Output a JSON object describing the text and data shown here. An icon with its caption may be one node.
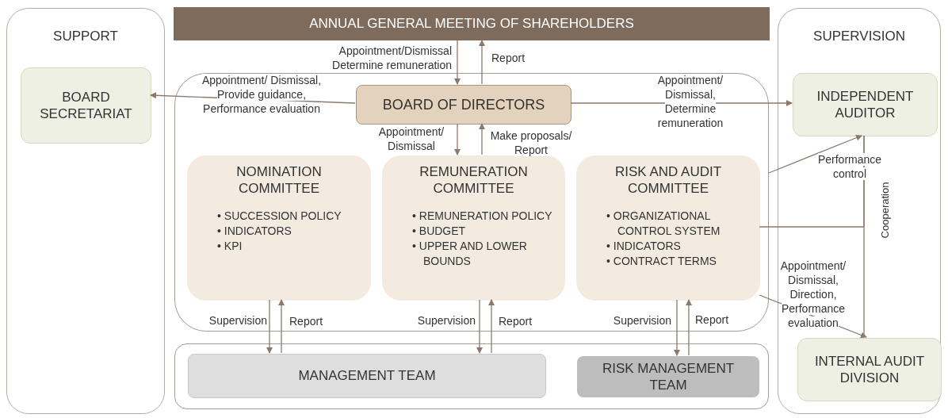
{
  "diagram": {
    "nodes": [
      {
        "text": [
          "SUPPORT"
        ]
      },
      {
        "text": [
          "BOARD SECRETARIAT"
        ],
        "in": 0
      },
      {
        "text": [
          "ANNUAL GENERAL MEETING OF SHAREHOLDERS"
        ]
      },
      {
        "text": [],
        "shape": "box"
      },
      {
        "text": [
          "BOARD OF DIRECTORS"
        ],
        "in": 3
      },
      {
        "text": [
          "NOMINATION COMMITTEE",
          "• SUCCESSION POLICY",
          "• INDICATORS",
          "• KPI"
        ],
        "in": 3
      },
      {
        "text": [
          "REMUNERATION COMMITTEE",
          "• REMUNERATION POLICY",
          "• BUDGET",
          "• UPPER AND LOWER BOUNDS"
        ],
        "in": 3
      },
      {
        "text": [
          "RISK AND AUDIT COMMITTEE",
          "• ORGANIZATIONAL CONTROL SYSTEM",
          "• INDICATORS",
          "• CONTRACT TERMS"
        ],
        "in": 3
      },
      {
        "text": [],
        "shape": "box"
      },
      {
        "text": [
          "MANAGEMENT TEAM"
        ],
        "in": 8
      },
      {
        "text": [
          "RISK MANAGEMENT TEAM"
        ],
        "in": 8
      },
      {
        "text": [
          "SUPERVISION"
        ]
      },
      {
        "text": [
          "INDEPENDENT AUDITOR"
        ],
        "in": 11
      },
      {
        "text": [
          "INTERNAL AUDIT DIVISION"
        ],
        "in": 11
      }
    ],
    "edges": [
      {
        "from": 2,
        "to": 4,
        "arrow": "to",
        "label": "Appointment/Dismissal Determine remuneration"
      },
      {
        "from": 4,
        "to": 2,
        "arrow": "to",
        "label": "Report"
      },
      {
        "from": 4,
        "to": 1,
        "arrow": "to",
        "label": "Appointment/ Dismissal, Provide guidance, Performance evaluation"
      },
      {
        "from": 4,
        "to": 12,
        "arrow": "to",
        "label": "Appointment/ Dismissal, Determine remuneration"
      },
      {
        "from": 4,
        "to": 6,
        "arrow": "to",
        "label": "Appointment/ Dismissal"
      },
      {
        "from": 6,
        "to": 4,
        "arrow": "to",
        "label": "Make proposals/ Report"
      },
      {
        "from": 5,
        "to": 9,
        "arrow": "to",
        "label": "Supervision"
      },
      {
        "from": 9,
        "to": 5,
        "arrow": "to",
        "label": "Report"
      },
      {
        "from": 6,
        "to": 9,
        "arrow": "to",
        "label": "Supervision"
      },
      {
        "from": 9,
        "to": 6,
        "arrow": "to",
        "label": "Report"
      },
      {
        "from": 7,
        "to": 10,
        "arrow": "to",
        "label": "Supervision"
      },
      {
        "from": 10,
        "to": 7,
        "arrow": "to",
        "label": "Report"
      },
      {
        "from": 7,
        "to": 12,
        "arrow": "none"
      },
      {
        "from": 3,
        "to": 12,
        "arrow": "to",
        "label": "Performance control"
      },
      {
        "from": 12,
        "to": 13,
        "arrow": "none",
        "label": "Cooperation"
      },
      {
        "from": 7,
        "to": 13,
        "arrow": "to",
        "label": "Appointment/ Dismissal, Direction, Performance evaluation"
      }
    ]
  }
}
